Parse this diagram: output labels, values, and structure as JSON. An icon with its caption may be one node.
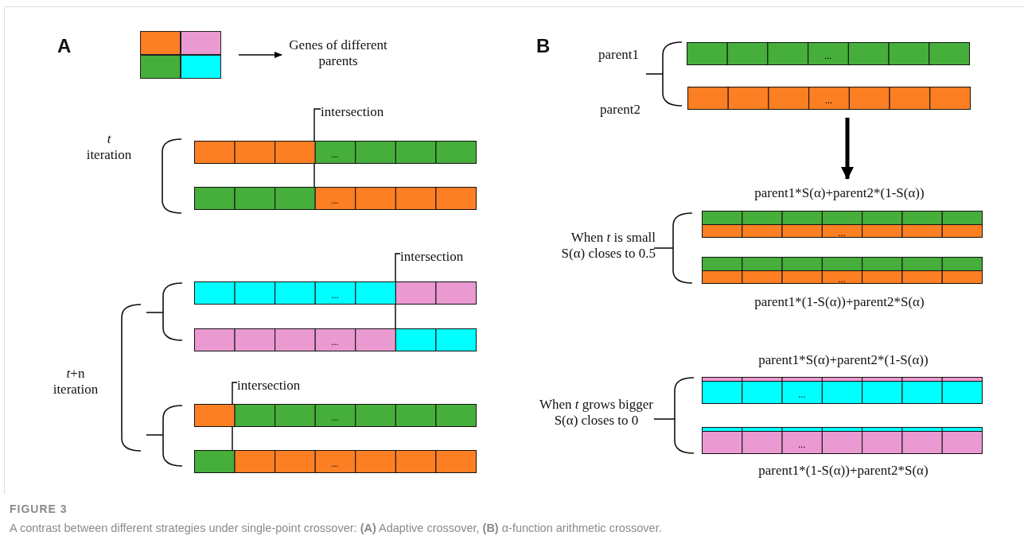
{
  "diagram": {
    "title": "FIGURE 3",
    "caption": "A contrast between different strategies under single-point crossover: **(A)** Adaptive crossover, **(B)** α-function arithmetic crossover.",
    "nodes": [
      {
        "text": [],
        "shape": "box"
      },
      {
        "text": [
          "Genes of different parents"
        ]
      },
      {
        "text": [
          "intersection"
        ]
      },
      {
        "text": [
          "..."
        ]
      },
      {
        "text": [
          "..."
        ]
      },
      {
        "text": [
          "intersection"
        ]
      },
      {
        "text": [
          "..."
        ]
      },
      {
        "text": [
          "..."
        ]
      },
      {
        "text": [
          "intersection"
        ]
      },
      {
        "text": [
          "..."
        ]
      },
      {
        "text": [
          "..."
        ]
      },
      {
        "text": [
          "..."
        ]
      },
      {
        "text": [
          "..."
        ]
      },
      {
        "text": [
          "parent1*S(α)+parent2*(1-S(α))"
        ]
      },
      {
        "text": [
          "..."
        ]
      },
      {
        "text": [
          "..."
        ],
        "beside": [
          "parent1*(1-S(α))+parent2*S(α)"
        ]
      },
      {
        "text": [
          "..."
        ],
        "beside": [
          "parent1*S(α)+parent2*(1-S(α))"
        ]
      },
      {
        "text": [
          "..."
        ],
        "beside": [
          "parent1*(1-S(α))+parent2*S(α)"
        ]
      }
    ],
    "edges": [
      {
        "from": 0,
        "to": 1,
        "arrow": "to"
      },
      {
        "from": 2,
        "to": 4,
        "arrow": "none"
      },
      {
        "from": 5,
        "to": 7,
        "arrow": "none"
      },
      {
        "from": 8,
        "to": 10,
        "arrow": "none"
      },
      {
        "from": 12,
        "to": 13,
        "arrow": "to",
        "style": "thick"
      }
    ],
    "labels": [
      "A",
      "*t* iteration",
      "*t*+n iteration",
      "B",
      "parent1",
      "parent2",
      "When *t* is small S(α) closes to 0.5",
      "When *t* grows bigger S(α) closes to 0"
    ]
  }
}
